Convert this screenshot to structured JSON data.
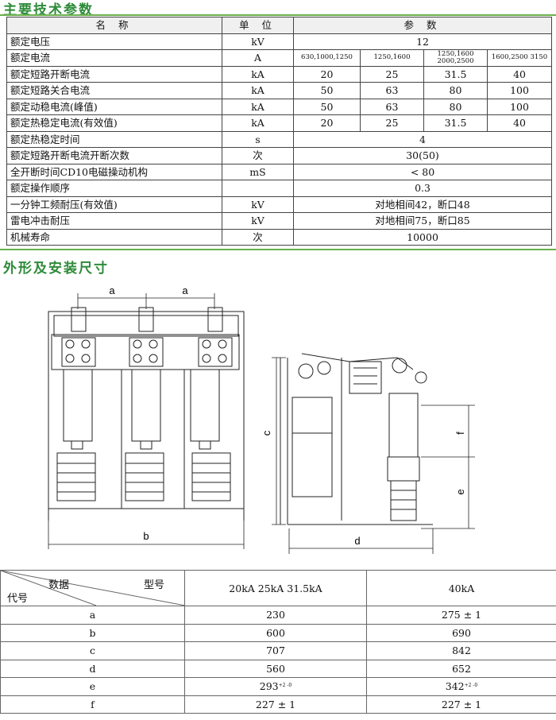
{
  "title_specs": "主要技术参数",
  "title_dims": "外形及安装尺寸",
  "spec_table": {
    "headers": {
      "name": "名 称",
      "unit": "单 位",
      "params": "参 数"
    },
    "rows": [
      {
        "name": "额定电压",
        "unit": "kV",
        "span": "12"
      },
      {
        "name": "额定电流",
        "unit": "A",
        "v": [
          "630,1000,1250",
          "1250,1600",
          "1250,1600 2000,2500",
          "1600,2500 3150"
        ]
      },
      {
        "name": "额定短路开断电流",
        "unit": "kA",
        "v": [
          "20",
          "25",
          "31.5",
          "40"
        ]
      },
      {
        "name": "额定短路关合电流",
        "unit": "kA",
        "v": [
          "50",
          "63",
          "80",
          "100"
        ]
      },
      {
        "name": "额定动稳电流(峰值)",
        "unit": "kA",
        "v": [
          "50",
          "63",
          "80",
          "100"
        ]
      },
      {
        "name": "额定热稳定电流(有效值)",
        "unit": "kA",
        "v": [
          "20",
          "25",
          "31.5",
          "40"
        ]
      },
      {
        "name": "额定热稳定时间",
        "unit": "s",
        "span": "4"
      },
      {
        "name": "额定短路开断电流开断次数",
        "unit": "次",
        "span": "30(50)"
      },
      {
        "name": "全开断时间CD10电磁操动机构",
        "unit": "mS",
        "span": "< 80"
      },
      {
        "name": "额定操作顺序",
        "unit": "",
        "span": "0.3"
      },
      {
        "name": "一分钟工频耐压(有效值)",
        "unit": "kV",
        "span": "对地相间42，断口48"
      },
      {
        "name": "雷电冲击耐压",
        "unit": "kV",
        "span": "对地相间75，断口85"
      },
      {
        "name": "机械寿命",
        "unit": "次",
        "span": "10000"
      }
    ]
  },
  "drawing_labels": {
    "a1": "a",
    "a2": "a",
    "b": "b",
    "c": "c",
    "d": "d",
    "e": "e",
    "f": "f"
  },
  "dim_table": {
    "header": {
      "data": "数据",
      "model": "型号",
      "code": "代号",
      "col1": "20kA 25kA 31.5kA",
      "col2": "40kA"
    },
    "rows": [
      {
        "code": "a",
        "v1": "230",
        "v2": "275 ± 1"
      },
      {
        "code": "b",
        "v1": "600",
        "v2": "690"
      },
      {
        "code": "c",
        "v1": "707",
        "v2": "842"
      },
      {
        "code": "d",
        "v1": "560",
        "v2": "652"
      },
      {
        "code": "e",
        "v1": "293",
        "v1_tol": "+2 -0",
        "v2": "342",
        "v2_tol": "+2 -0"
      },
      {
        "code": "f",
        "v1": "227 ± 1",
        "v2": "227 ± 1"
      }
    ]
  }
}
